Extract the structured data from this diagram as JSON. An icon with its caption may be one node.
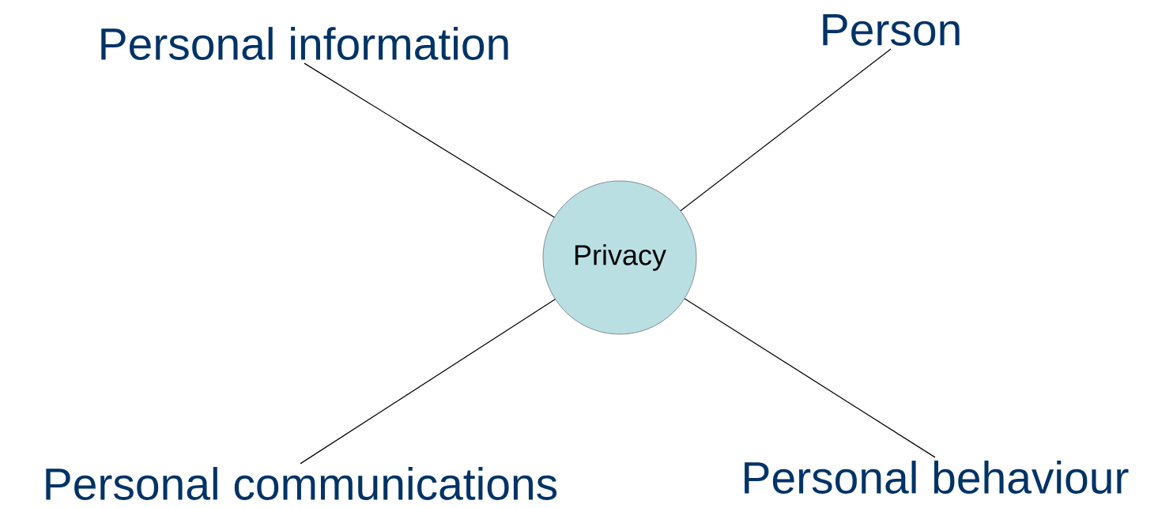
{
  "diagram": {
    "nodes": [
      {
        "text": [
          "Personal information"
        ]
      },
      {
        "text": [
          "Person"
        ]
      },
      {
        "text": [
          "Privacy"
        ]
      },
      {
        "text": [
          "Personal communications"
        ]
      },
      {
        "text": [
          "Personal behaviour"
        ]
      }
    ],
    "edges": [
      {
        "from": 0,
        "to": 2,
        "arrow": "none"
      },
      {
        "from": 1,
        "to": 2,
        "arrow": "none"
      },
      {
        "from": 3,
        "to": 2,
        "arrow": "none"
      },
      {
        "from": 4,
        "to": 2,
        "arrow": "none"
      }
    ]
  }
}
